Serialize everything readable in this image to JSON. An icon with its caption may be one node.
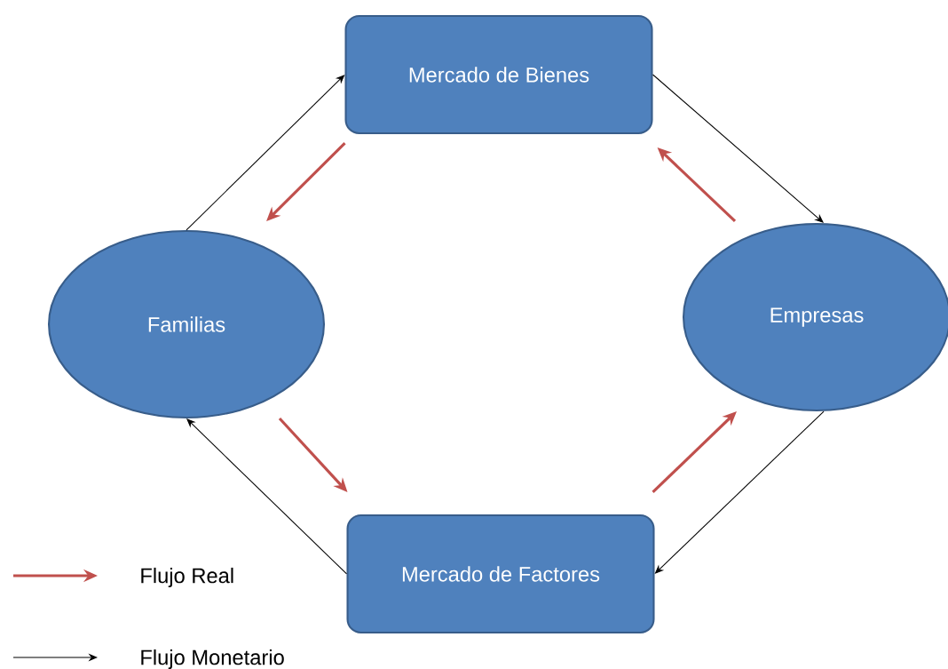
{
  "diagram": {
    "nodes": [
      {
        "text": [
          "Mercado de Bienes"
        ]
      },
      {
        "text": [
          "Familias"
        ]
      },
      {
        "text": [
          "Empresas"
        ]
      },
      {
        "text": [
          "Mercado de Factores"
        ]
      }
    ],
    "edges": [
      {
        "from": 1,
        "to": 0,
        "arrow": "to"
      },
      {
        "from": 0,
        "to": 2,
        "arrow": "to"
      },
      {
        "from": 2,
        "to": 3,
        "arrow": "to"
      },
      {
        "from": 3,
        "to": 1,
        "arrow": "to"
      },
      {
        "from": 0,
        "to": 1,
        "arrow": "to",
        "style": "thick",
        "color": "#c0504d"
      },
      {
        "from": 2,
        "to": 0,
        "arrow": "to",
        "style": "thick",
        "color": "#c0504d"
      },
      {
        "from": 1,
        "to": 3,
        "arrow": "to",
        "style": "thick",
        "color": "#c0504d"
      },
      {
        "from": 3,
        "to": 2,
        "arrow": "to",
        "style": "thick",
        "color": "#c0504d"
      }
    ],
    "legend": [
      {
        "text": "Flujo Real"
      },
      {
        "text": "Flujo Monetario"
      }
    ]
  }
}
